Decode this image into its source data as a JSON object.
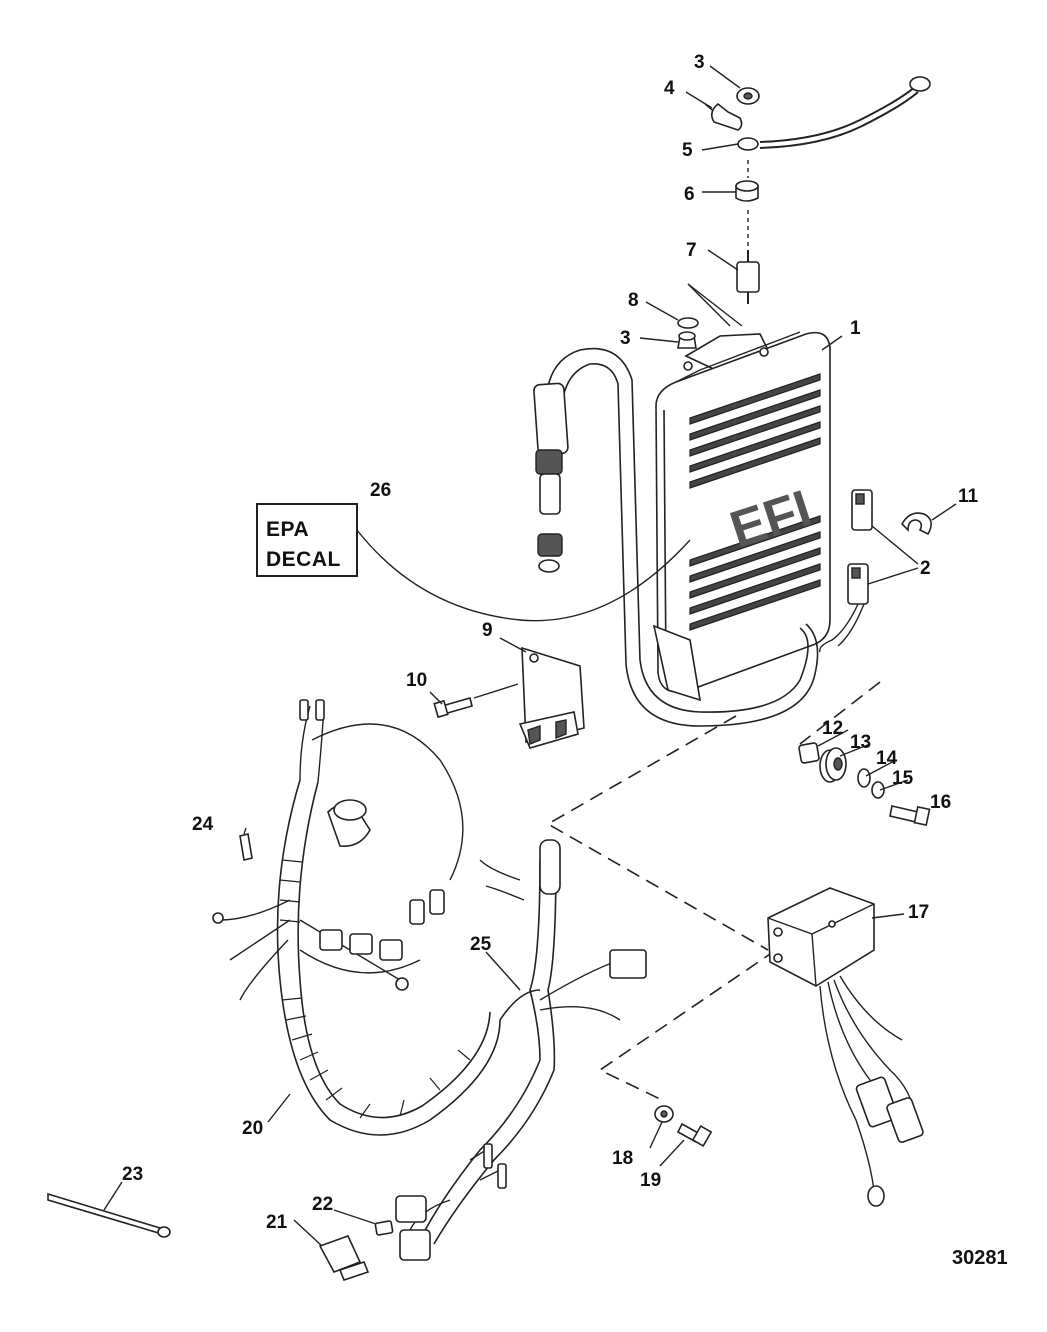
{
  "figure_ref": "30281",
  "decal": {
    "line1": "EPA",
    "line2": "DECAL"
  },
  "callouts": [
    {
      "id": "c3a",
      "label": "3"
    },
    {
      "id": "c4",
      "label": "4"
    },
    {
      "id": "c5",
      "label": "5"
    },
    {
      "id": "c6",
      "label": "6"
    },
    {
      "id": "c7",
      "label": "7"
    },
    {
      "id": "c8",
      "label": "8"
    },
    {
      "id": "c3b",
      "label": "3"
    },
    {
      "id": "c1",
      "label": "1"
    },
    {
      "id": "c26",
      "label": "26"
    },
    {
      "id": "c11",
      "label": "11"
    },
    {
      "id": "c2",
      "label": "2"
    },
    {
      "id": "c9",
      "label": "9"
    },
    {
      "id": "c10",
      "label": "10"
    },
    {
      "id": "c12",
      "label": "12"
    },
    {
      "id": "c13",
      "label": "13"
    },
    {
      "id": "c14",
      "label": "14"
    },
    {
      "id": "c15",
      "label": "15"
    },
    {
      "id": "c16",
      "label": "16"
    },
    {
      "id": "c24",
      "label": "24"
    },
    {
      "id": "c17",
      "label": "17"
    },
    {
      "id": "c25",
      "label": "25"
    },
    {
      "id": "c20",
      "label": "20"
    },
    {
      "id": "c18",
      "label": "18"
    },
    {
      "id": "c19",
      "label": "19"
    },
    {
      "id": "c23",
      "label": "23"
    },
    {
      "id": "c22",
      "label": "22"
    },
    {
      "id": "c21",
      "label": "21"
    }
  ]
}
